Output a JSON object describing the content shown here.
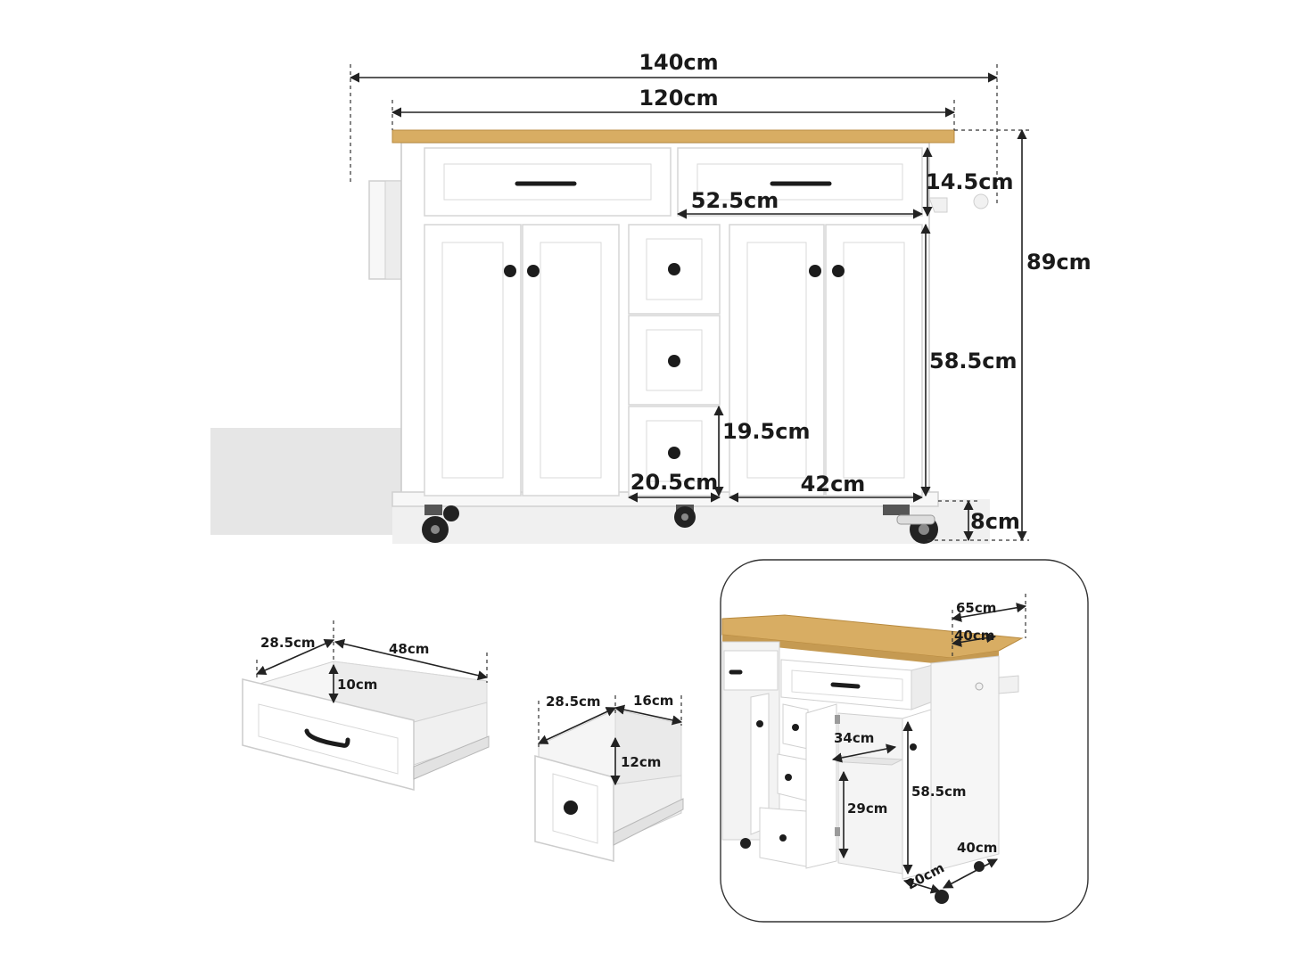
{
  "dimensions": {
    "overall_width": "140cm",
    "top_width": "120cm",
    "drawer_height": "14.5cm",
    "drawer_width": "52.5cm",
    "total_height": "89cm",
    "cabinet_height": "58.5cm",
    "small_drawer_height": "19.5cm",
    "small_drawer_width": "20.5cm",
    "cabinet_width": "42cm",
    "wheel_height": "8cm"
  },
  "large_drawer": {
    "depth": "28.5cm",
    "width": "48cm",
    "height": "10cm"
  },
  "small_drawer": {
    "depth": "28.5cm",
    "width": "16cm",
    "height": "12cm"
  },
  "inset": {
    "depth_extended": "65cm",
    "depth": "40cm",
    "shelf_depth": "34cm",
    "cabinet_height": "58.5cm",
    "shelf_height": "29cm",
    "base_width": "40cm",
    "base_depth": "20cm"
  },
  "colors": {
    "wood": "#d8ad63",
    "cabinet": "#ffffff",
    "hardware": "#1c1c1c"
  }
}
